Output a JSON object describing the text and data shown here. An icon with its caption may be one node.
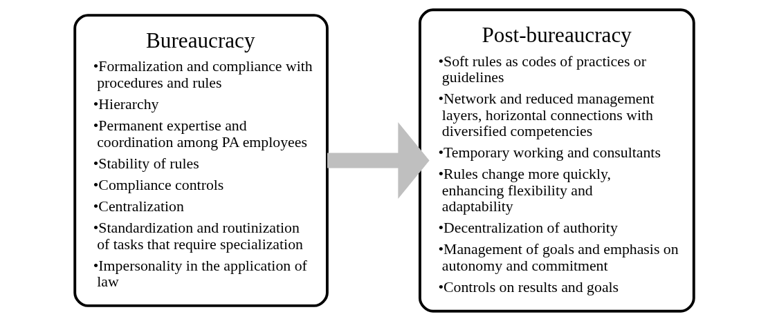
{
  "diagram": {
    "nodes": [
      {
        "text": [
          "Bureaucracy",
          "•Formalization and compliance with procedures and rules",
          "•Hierarchy",
          "•Permanent expertise and coordination among PA employees",
          "•Stability of rules",
          "•Compliance controls",
          "•Centralization",
          "•Standardization and routinization of tasks that require specialization",
          "•Impersonality in the application of law"
        ]
      },
      {
        "text": [
          "Post-bureaucracy",
          "•Soft rules as codes of practices or guidelines",
          "•Network and reduced management layers, horizontal connections with diversified competencies",
          "•Temporary working and consultants",
          "•Rules change more quickly, enhancing flexibility and adaptability",
          "•Decentralization of authority",
          "•Management of goals and emphasis on autonomy and commitment",
          "•Controls on results and goals"
        ]
      }
    ],
    "edges": [
      {
        "from": 0,
        "to": 1,
        "arrow": "to",
        "color": "#bfbfbf"
      }
    ]
  }
}
